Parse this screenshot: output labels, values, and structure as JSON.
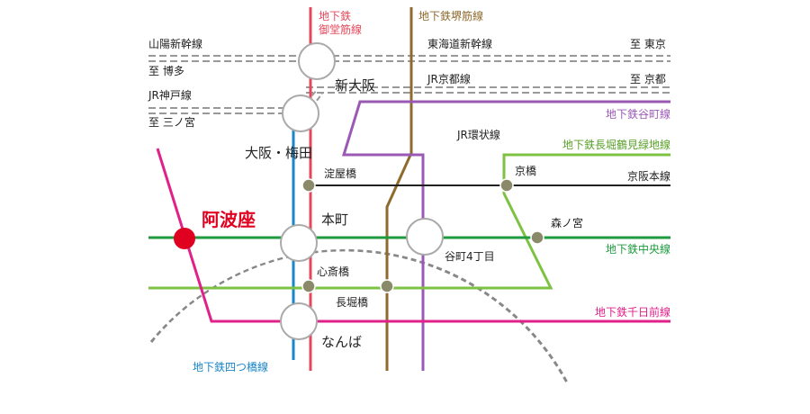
{
  "colors": {
    "midosuji": "#e5475a",
    "sakaisuji": "#8f6a2d",
    "tanimachi": "#9b59b6",
    "nagahori": "#7dc242",
    "chuo": "#1f9a3f",
    "sennichimae": "#e0218a",
    "yotsubashi": "#1a86c8",
    "loop": "#888888",
    "keihan": "#222222",
    "station_fill": "#ffffff",
    "station_stroke": "#aaaaaa",
    "small_station": "#8a8a6a",
    "highlight": "#e00020"
  },
  "lines": {
    "midosuji": "地下鉄\n御堂筋線",
    "midosuji_1": "地下鉄",
    "midosuji_2": "御堂筋線",
    "sakaisuji": "地下鉄堺筋線",
    "sanyo_shinkansen": "山陽新幹線",
    "tokaido_shinkansen": "東海道新幹線",
    "jr_kobe": "JR神戸線",
    "jr_kyoto": "JR京都線",
    "jr_loop": "JR環状線",
    "tanimachi": "地下鉄谷町線",
    "nagahori": "地下鉄長堀鶴見緑地線",
    "keihan": "京阪本線",
    "chuo": "地下鉄中央線",
    "sennichimae": "地下鉄千日前線",
    "yotsubashi": "地下鉄四つ橋線"
  },
  "directions": {
    "tokyo": "至 東京",
    "hakata": "至 博多",
    "kyoto": "至 京都",
    "sannomiya": "至 三ノ宮"
  },
  "stations": {
    "shin_osaka": "新大阪",
    "osaka_umeda": "大阪・梅田",
    "yodoyabashi": "淀屋橋",
    "kyobashi": "京橋",
    "honmachi": "本町",
    "morinomiya": "森ノ宮",
    "tanimachi4": "谷町4丁目",
    "shinsaibashi": "心斎橋",
    "nagahoribashi": "長堀橋",
    "namba": "なんば",
    "awaza": "阿波座"
  }
}
